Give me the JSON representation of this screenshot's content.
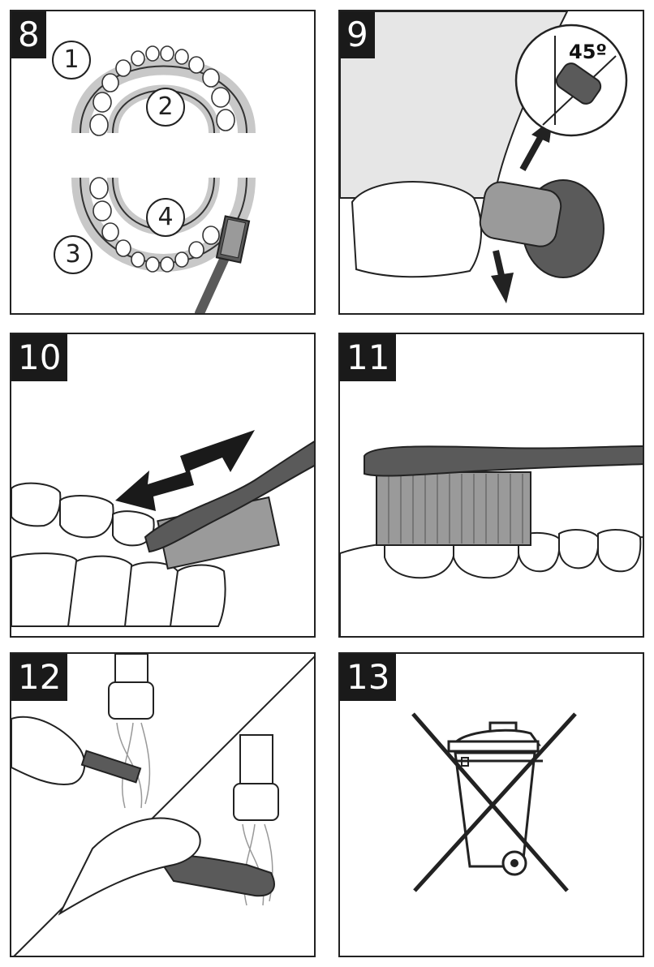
{
  "panels": [
    {
      "number": "8",
      "zones": [
        "1",
        "2",
        "3",
        "4"
      ]
    },
    {
      "number": "9",
      "angle_label": "45º"
    },
    {
      "number": "10"
    },
    {
      "number": "11"
    },
    {
      "number": "12"
    },
    {
      "number": "13"
    }
  ],
  "colors": {
    "frame": "#222222",
    "gum_band": "#c8c8c8",
    "brush": "#5a5a5a",
    "bristle": "#9a9a9a",
    "skin": "#e6e6e6"
  },
  "icons": [
    "jaw-diagram",
    "tooth-brushing-45deg",
    "brush-sweep-arrows",
    "molar-brushing",
    "rinse-under-tap",
    "crossed-out-wheelie-bin"
  ]
}
